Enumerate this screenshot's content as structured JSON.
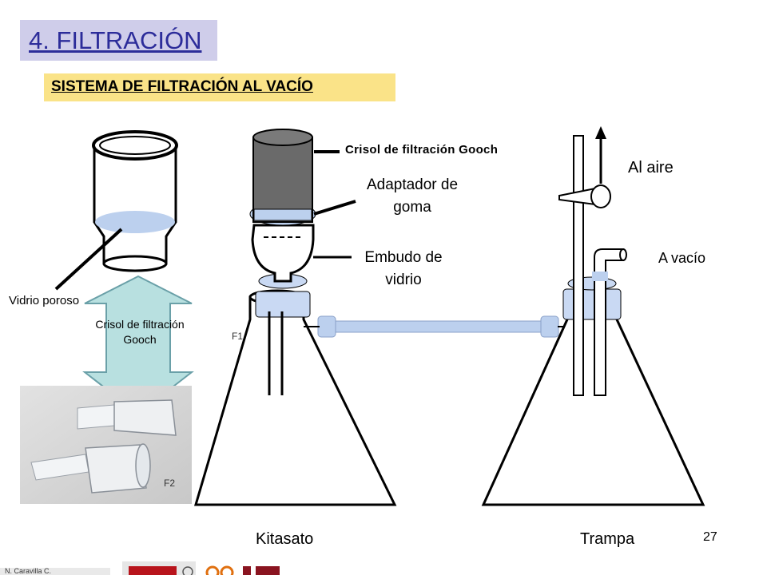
{
  "title": "4. FILTRACIÓN",
  "subtitle": "SISTEMA DE FILTRACIÓN AL VACÍO",
  "labels": {
    "gooch_top": "Crisol de filtración Gooch",
    "adaptador": "Adaptador de goma",
    "embudo": "Embudo de vidrio",
    "aire": "Al aire",
    "vacio": "A vacío",
    "vidrio_poroso": "Vidrio poroso",
    "arrow_text": "Crisol de filtración Gooch",
    "f1": "F1",
    "f2": "F2",
    "kitasato": "Kitasato",
    "trampa": "Trampa"
  },
  "page_number": "27",
  "footer": {
    "author": "N. Caravilla C."
  },
  "colors": {
    "title_bg": "#cfcdea",
    "title_text": "#2c2c9a",
    "subtitle_bg": "#fae388",
    "glass_blue": "#bcd0ee",
    "arrow_fill": "#b8e0e0",
    "crucible_dark": "#6a6a6a"
  }
}
